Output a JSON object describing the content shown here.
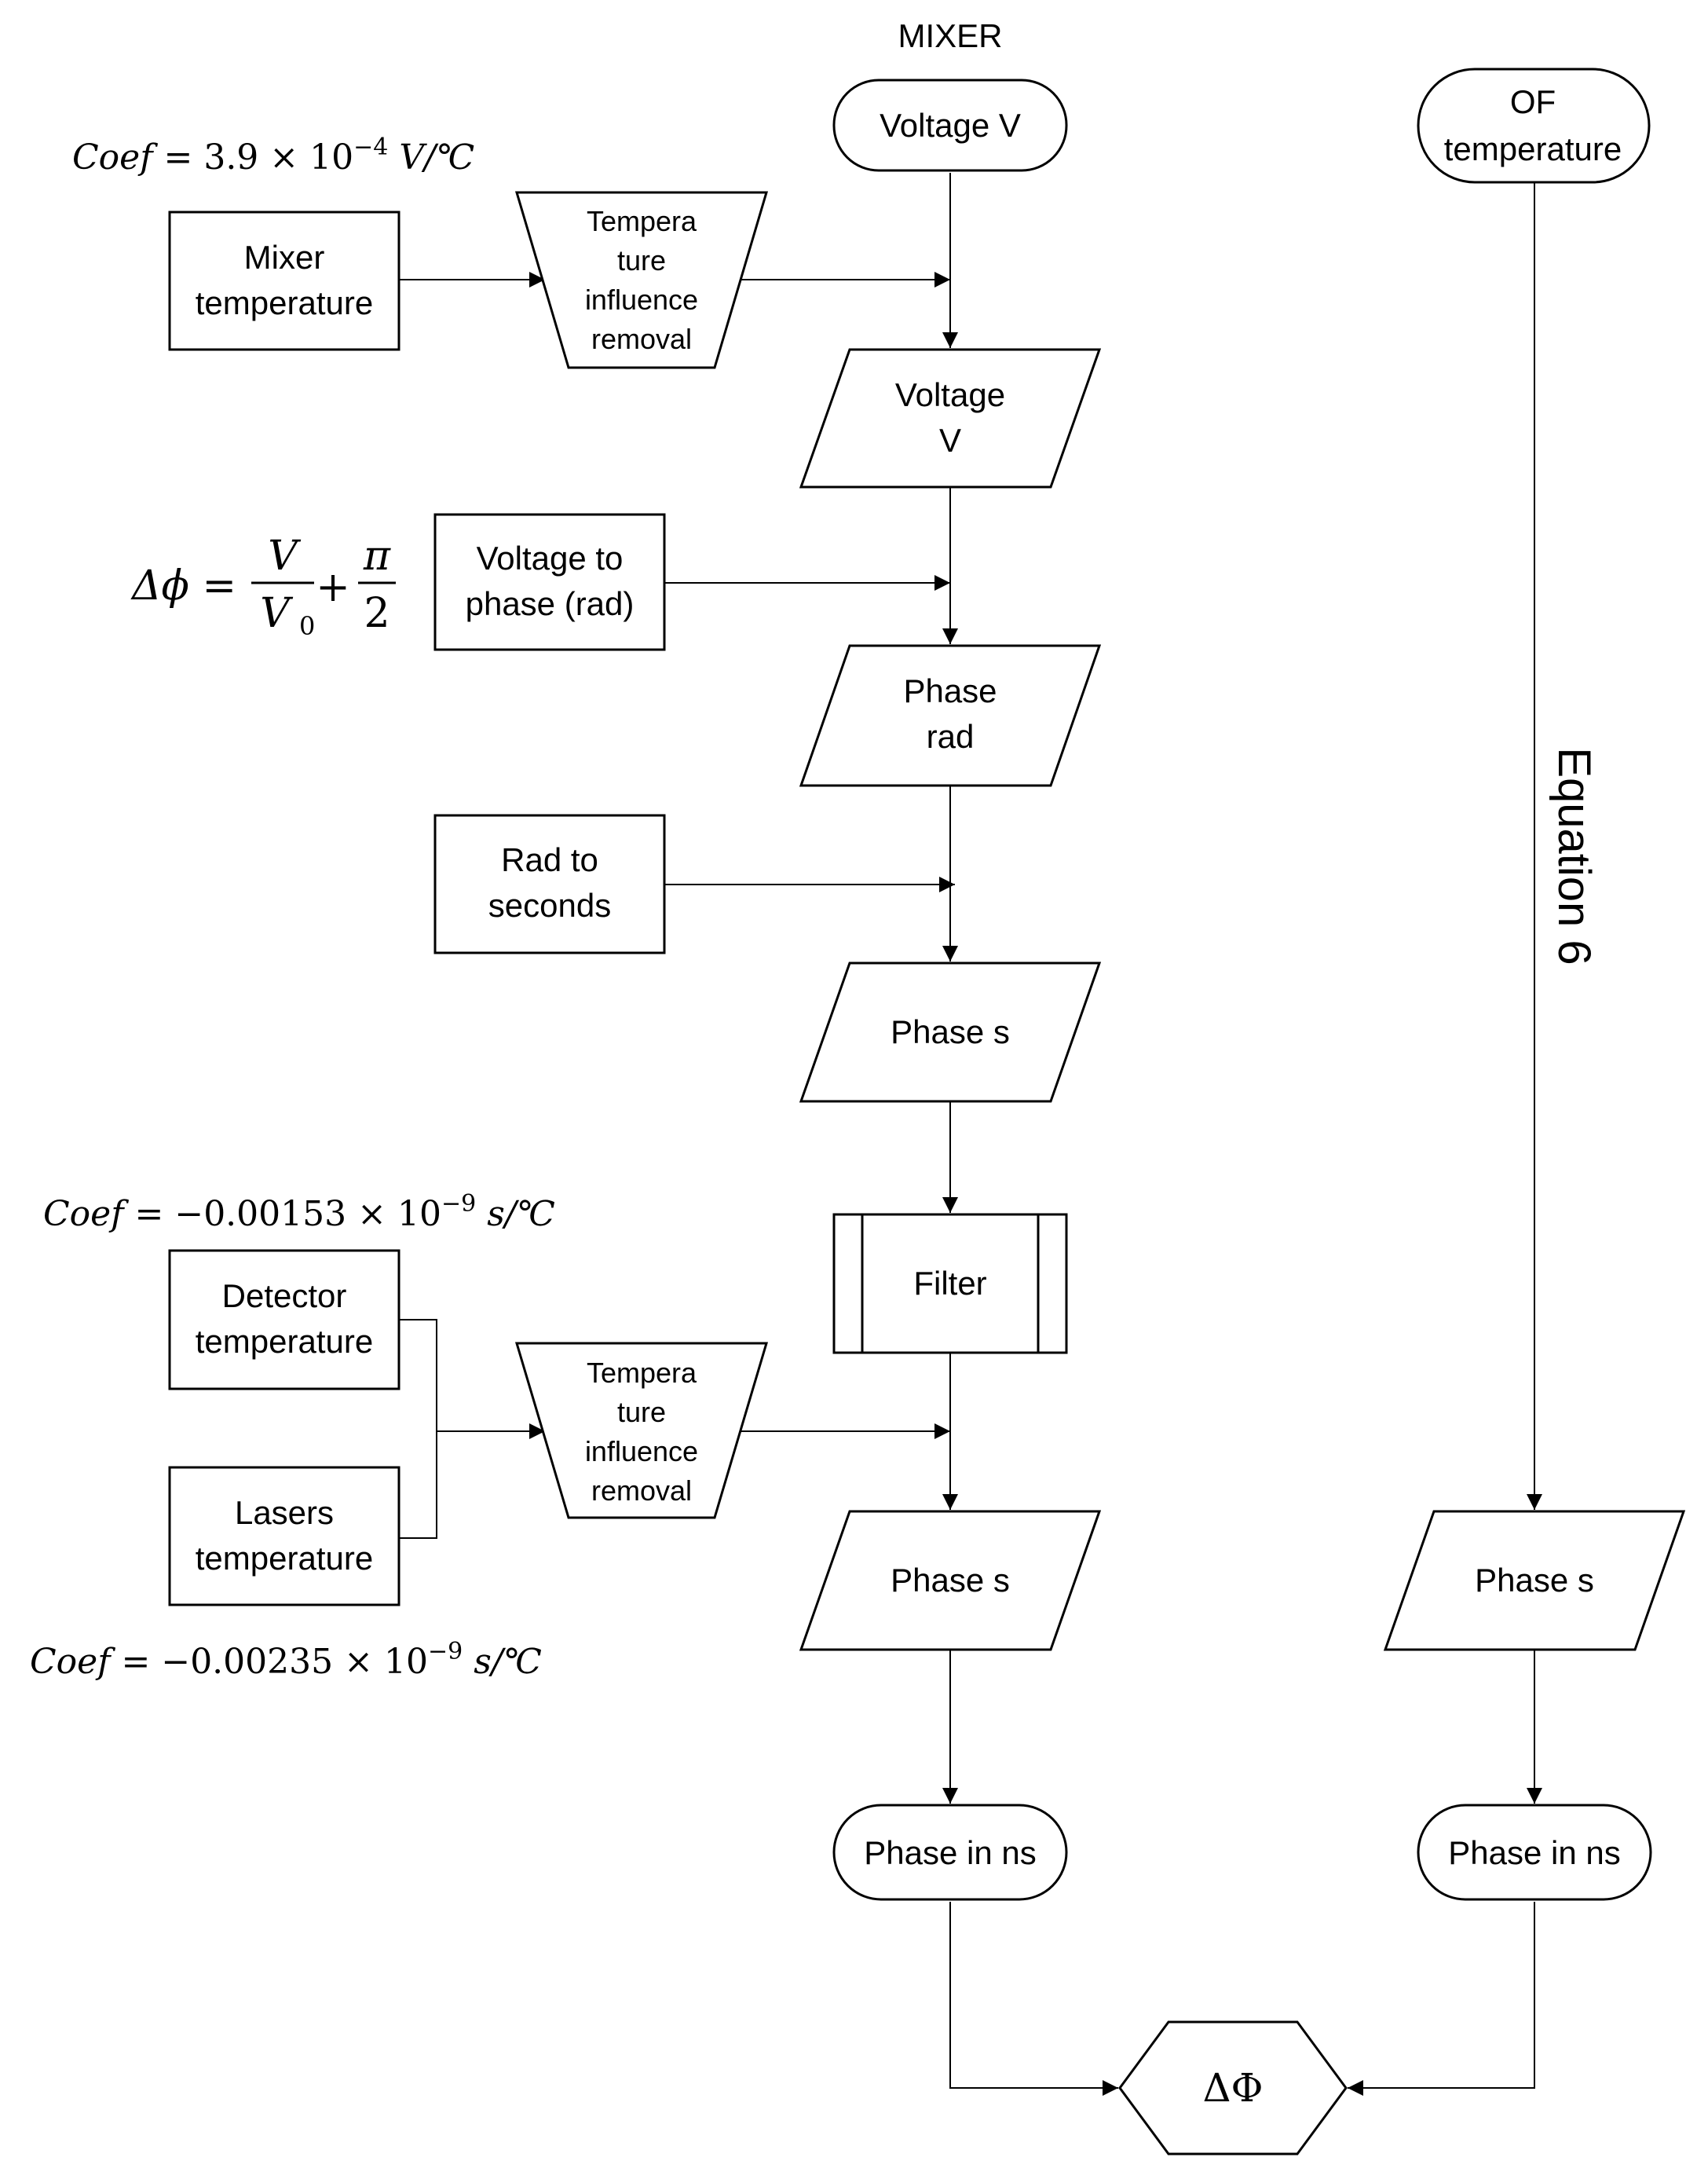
{
  "title": "MIXER",
  "nodes": {
    "mixer_voltage_in": "Voltage V",
    "of_temperature": [
      "OF",
      "temperature"
    ],
    "mixer_temperature": [
      "Mixer",
      "temperature"
    ],
    "temp_removal_top": [
      "Tempera",
      "ture",
      "influence",
      "removal"
    ],
    "voltage_v": [
      "Voltage",
      "V"
    ],
    "voltage_to_phase": [
      "Voltage to",
      "phase (rad)"
    ],
    "phase_rad": [
      "Phase",
      "rad"
    ],
    "rad_to_seconds": [
      "Rad to",
      "seconds"
    ],
    "phase_s_1": "Phase s",
    "filter": "Filter",
    "detector_temperature": [
      "Detector",
      "temperature"
    ],
    "lasers_temperature": [
      "Lasers",
      "temperature"
    ],
    "temp_removal_bottom": [
      "Tempera",
      "ture",
      "influence",
      "removal"
    ],
    "phase_s_2": "Phase s",
    "phase_s_right": "Phase s",
    "phase_ns_left": "Phase in ns",
    "phase_ns_right": "Phase in ns",
    "delta_phi_output": "ΔΦ"
  },
  "annotations": {
    "equation_label": "Equation 6",
    "coef_mixer": {
      "prefix": "Coef",
      "mid": " = 3.9 × 10",
      "exp": "−4",
      "suffix": " V/℃"
    },
    "coef_detector": {
      "prefix": "Coef",
      "mid": " = −0.00153 × 10",
      "exp": "−9",
      "suffix": " s/℃"
    },
    "coef_lasers": {
      "prefix": "Coef",
      "mid": " = −0.00235 × 10",
      "exp": "−9",
      "suffix": " s/℃"
    },
    "phase_formula": {
      "lhs": "Δϕ =",
      "num1": "V",
      "den1": "V",
      "den1_sub": "0",
      "plus": "+",
      "num2": "π",
      "den2": "2"
    }
  }
}
